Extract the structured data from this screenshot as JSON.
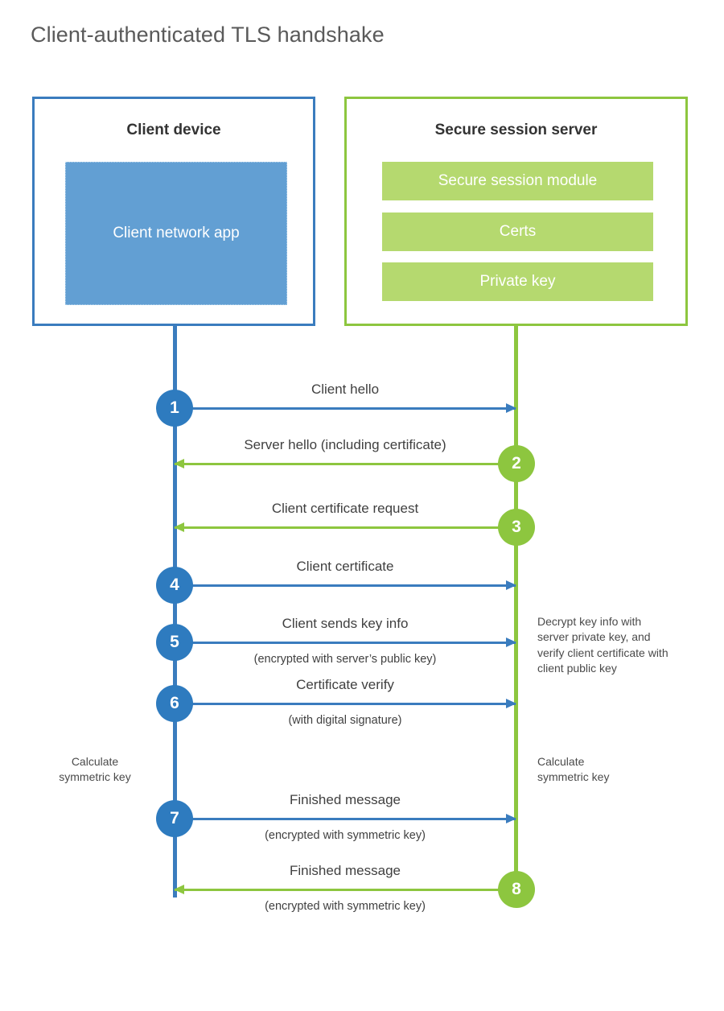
{
  "title": "Client-authenticated TLS handshake",
  "colors": {
    "client_blue": "#3A7CBE",
    "client_circle_blue": "#2E7BBF",
    "client_app_fill": "#629FD3",
    "server_green": "#8DC63F",
    "server_bar_fill": "#B5D96F",
    "title_gray": "#5a5a5a",
    "text_gray": "#404040"
  },
  "client": {
    "title": "Client device",
    "app_label": "Client network app"
  },
  "server": {
    "title": "Secure session server",
    "modules": [
      "Secure session module",
      "Certs",
      "Private key"
    ]
  },
  "notes": {
    "server_decrypt": "Decrypt key info with server private key, and verify client certificate with client public key",
    "client_calc": "Calculate symmetric key",
    "server_calc": "Calculate symmetric key"
  },
  "steps": [
    {
      "number": "1",
      "label": "Client hello",
      "sublabel": "",
      "direction": "to-server"
    },
    {
      "number": "2",
      "label": "Server hello (including certificate)",
      "sublabel": "",
      "direction": "to-client"
    },
    {
      "number": "3",
      "label": "Client certificate request",
      "sublabel": "",
      "direction": "to-client"
    },
    {
      "number": "4",
      "label": "Client certificate",
      "sublabel": "",
      "direction": "to-server"
    },
    {
      "number": "5",
      "label": "Client sends key info",
      "sublabel": "(encrypted with server’s public key)",
      "direction": "to-server"
    },
    {
      "number": "6",
      "label": "Certificate verify",
      "sublabel": "(with digital signature)",
      "direction": "to-server"
    },
    {
      "number": "7",
      "label": "Finished message",
      "sublabel": "(encrypted with symmetric key)",
      "direction": "to-server"
    },
    {
      "number": "8",
      "label": "Finished message",
      "sublabel": "(encrypted with symmetric key)",
      "direction": "to-client"
    }
  ]
}
